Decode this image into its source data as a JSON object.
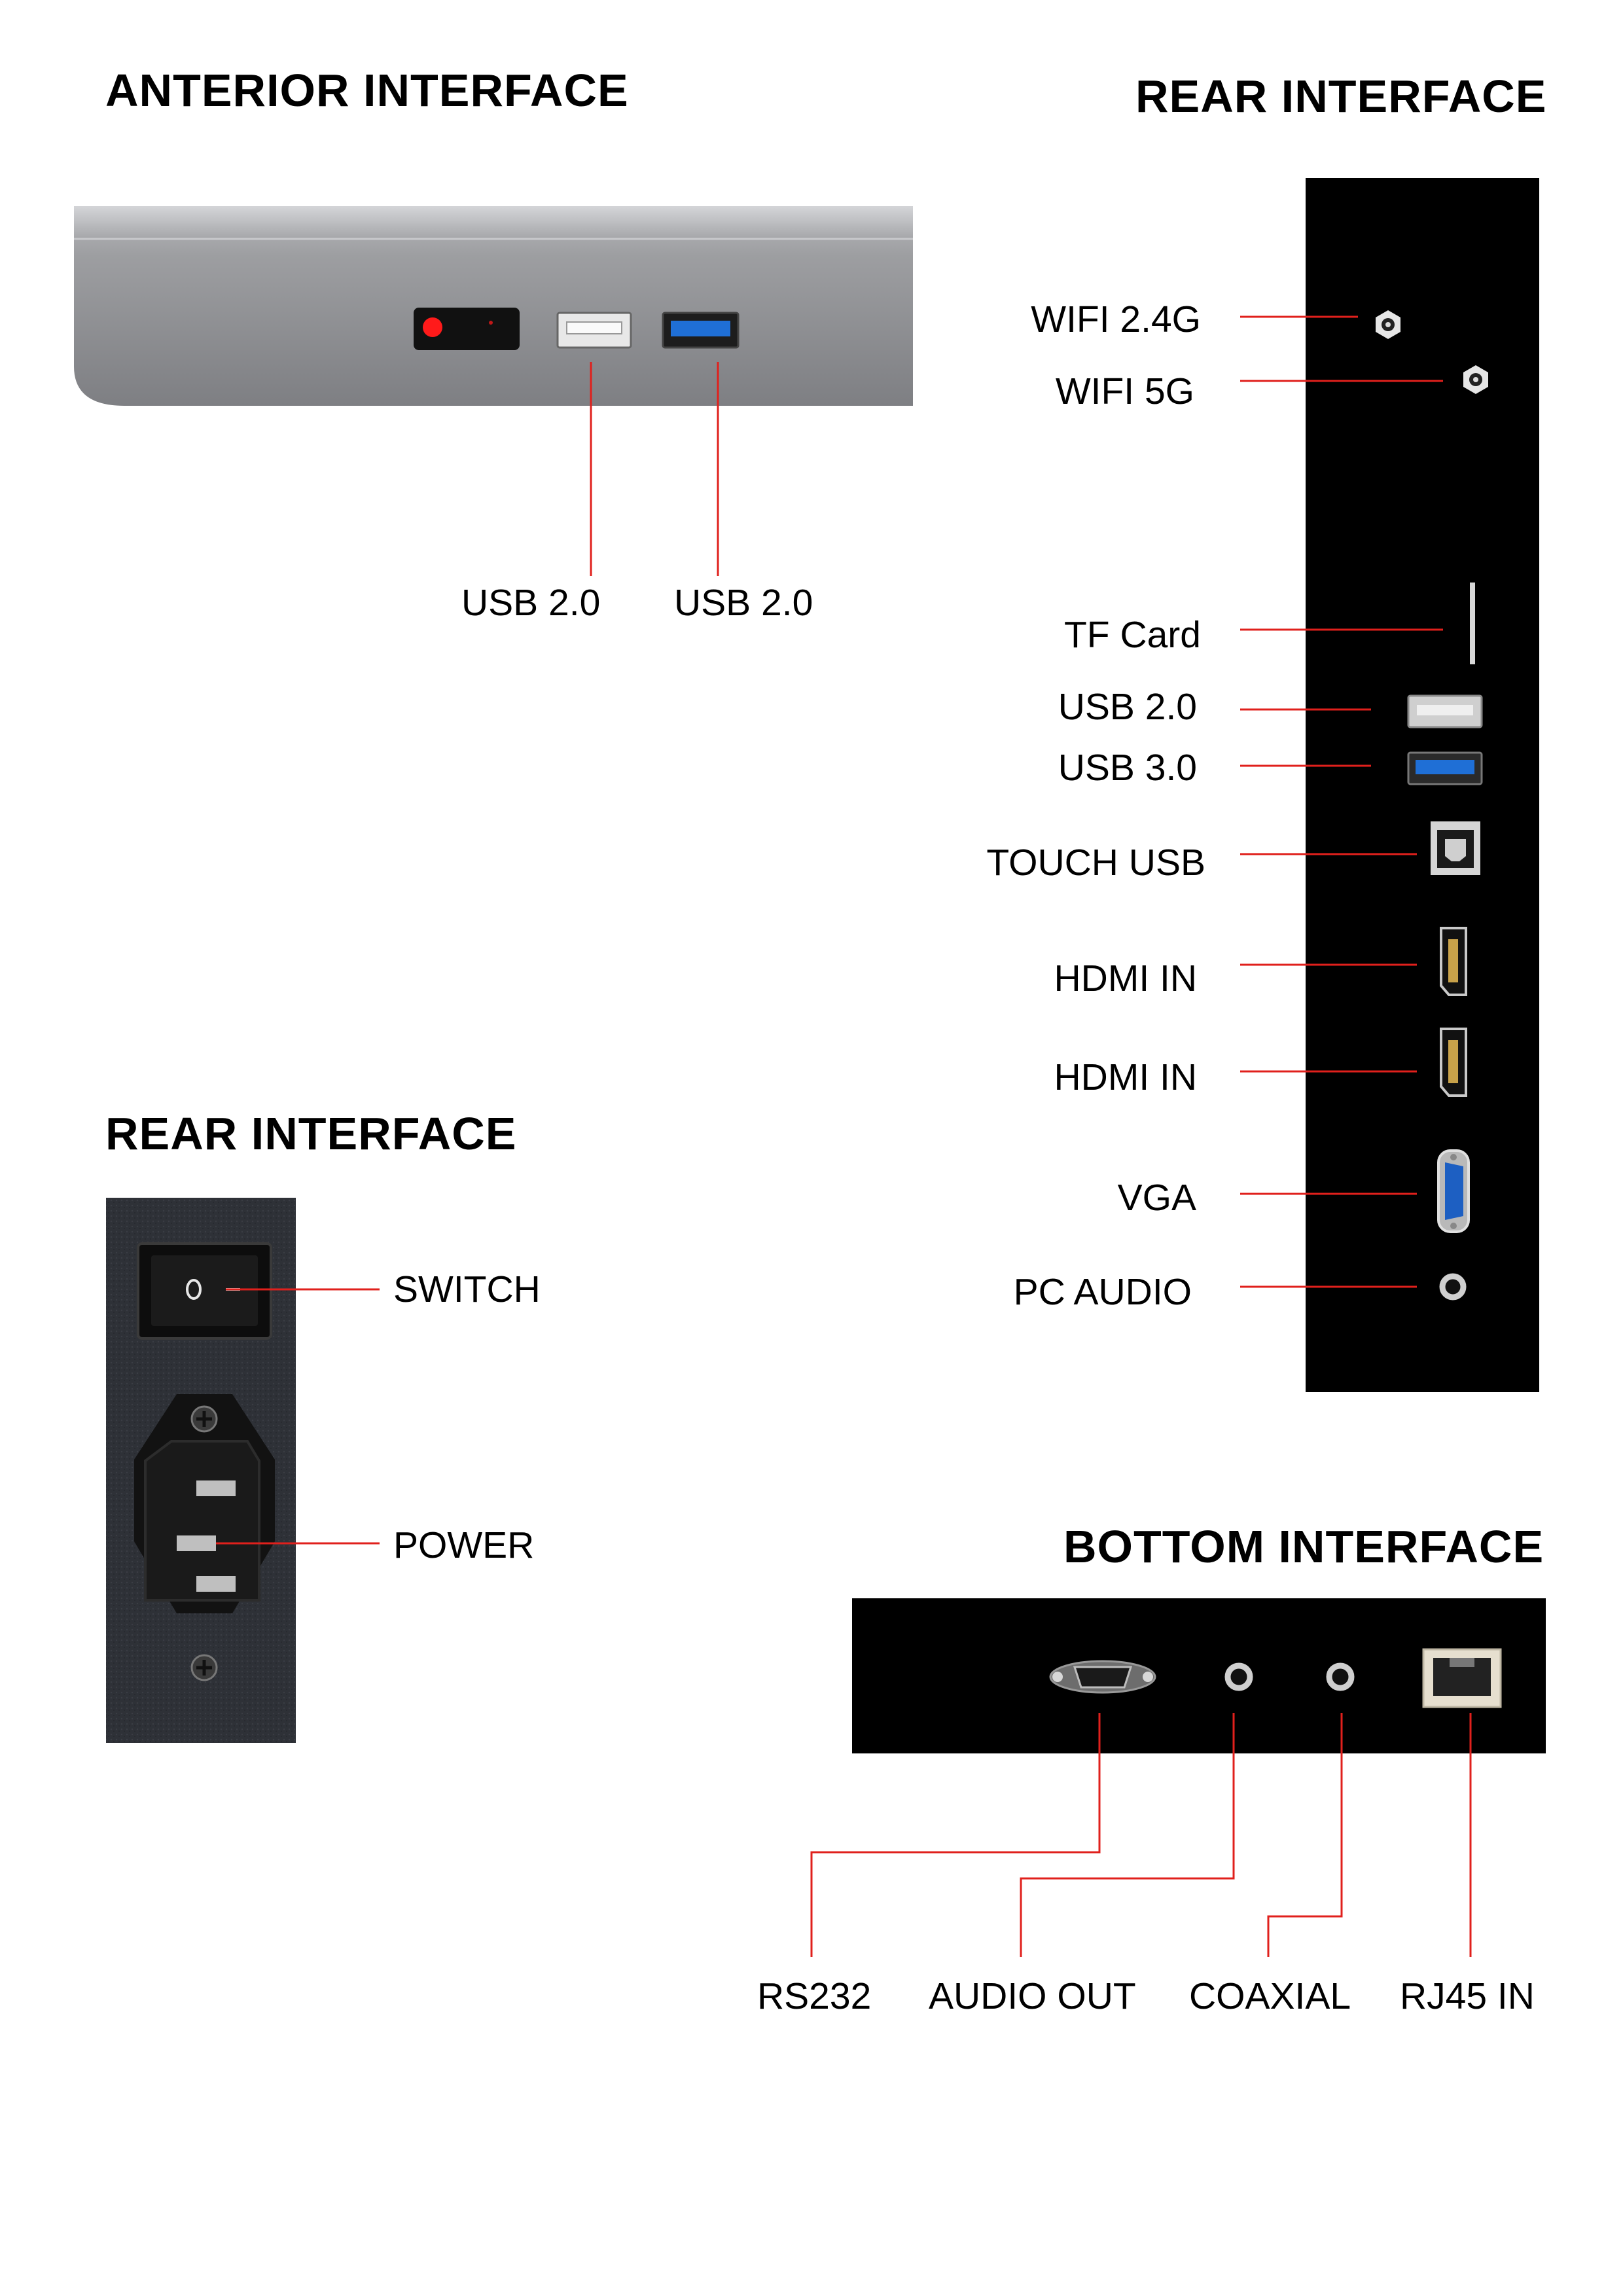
{
  "anterior": {
    "title": "ANTERIOR INTERFACE",
    "labels": [
      "USB 2.0",
      "USB 2.0"
    ]
  },
  "rear_right": {
    "title": "REAR INTERFACE",
    "labels": [
      "WIFI 2.4G",
      "WIFI 5G",
      "TF Card",
      "USB 2.0",
      "USB 3.0",
      "TOUCH USB",
      "HDMI IN",
      "HDMI IN",
      "VGA",
      "PC AUDIO"
    ]
  },
  "rear_left": {
    "title": "REAR INTERFACE",
    "labels": [
      "SWITCH",
      "POWER"
    ]
  },
  "bottom": {
    "title": "BOTTOM INTERFACE",
    "labels": [
      "RS232",
      "AUDIO OUT",
      "COAXIAL",
      "RJ45 IN"
    ]
  },
  "colors": {
    "leader_line": "#e0201c",
    "panel_black": "#000000",
    "bezel_gray": "#8a8b8e",
    "usb3_blue": "#1f6fd6"
  }
}
